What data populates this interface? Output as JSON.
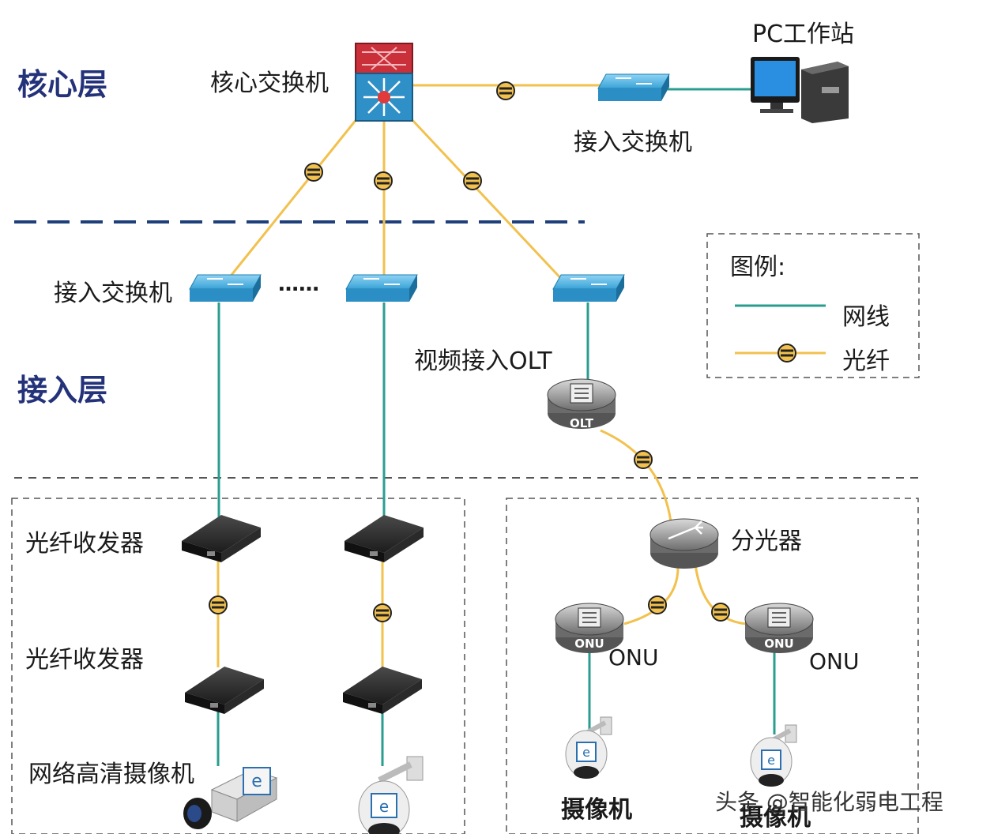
{
  "layers": {
    "core": "核心层",
    "access": "接入层"
  },
  "labels": {
    "core_switch": "核心交换机",
    "pc_station": "PC工作站",
    "access_switch_top": "接入交换机",
    "access_switch_left": "接入交换机",
    "ellipsis": "……",
    "video_olt": "视频接入OLT",
    "fiber_transceiver_1": "光纤收发器",
    "fiber_transceiver_2": "光纤收发器",
    "network_hd_camera": "网络高清摄像机",
    "splitter": "分光器",
    "onu_left": "ONU",
    "onu_right": "ONU",
    "camera_left": "摄像机",
    "camera_right": "摄像机",
    "olt_device_text": "OLT",
    "onu_device_text": "ONU"
  },
  "legend": {
    "title": "图例:",
    "network_cable": "网线",
    "fiber": "光纤"
  },
  "colors": {
    "network_cable": "#2a9d8f",
    "fiber": "#f2c14e",
    "layer_text": "#24327a",
    "switch": "#3aa3d6",
    "dash": "#1f3f7a"
  },
  "watermark": "头条 @智能化弱电工程"
}
